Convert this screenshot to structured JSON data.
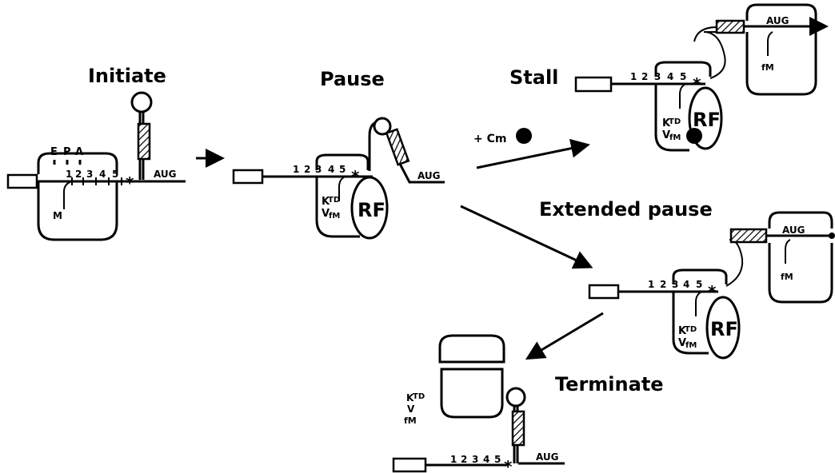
{
  "headings": {
    "initiate": "Initiate",
    "pause": "Pause",
    "stall": "Stall",
    "extended_pause": "Extended pause",
    "terminate": "Terminate"
  },
  "drug": {
    "label": "+ Cm"
  },
  "sites": {
    "e": "E",
    "p": "P",
    "a": "A"
  },
  "codons": [
    "1",
    "2",
    "3",
    "4",
    "5"
  ],
  "stop_mark": "*",
  "start_codon": "AUG",
  "release_factor": "RF",
  "peptide": {
    "k": "K",
    "td": "TD",
    "v": "V",
    "fm": "fM",
    "m": "M"
  }
}
